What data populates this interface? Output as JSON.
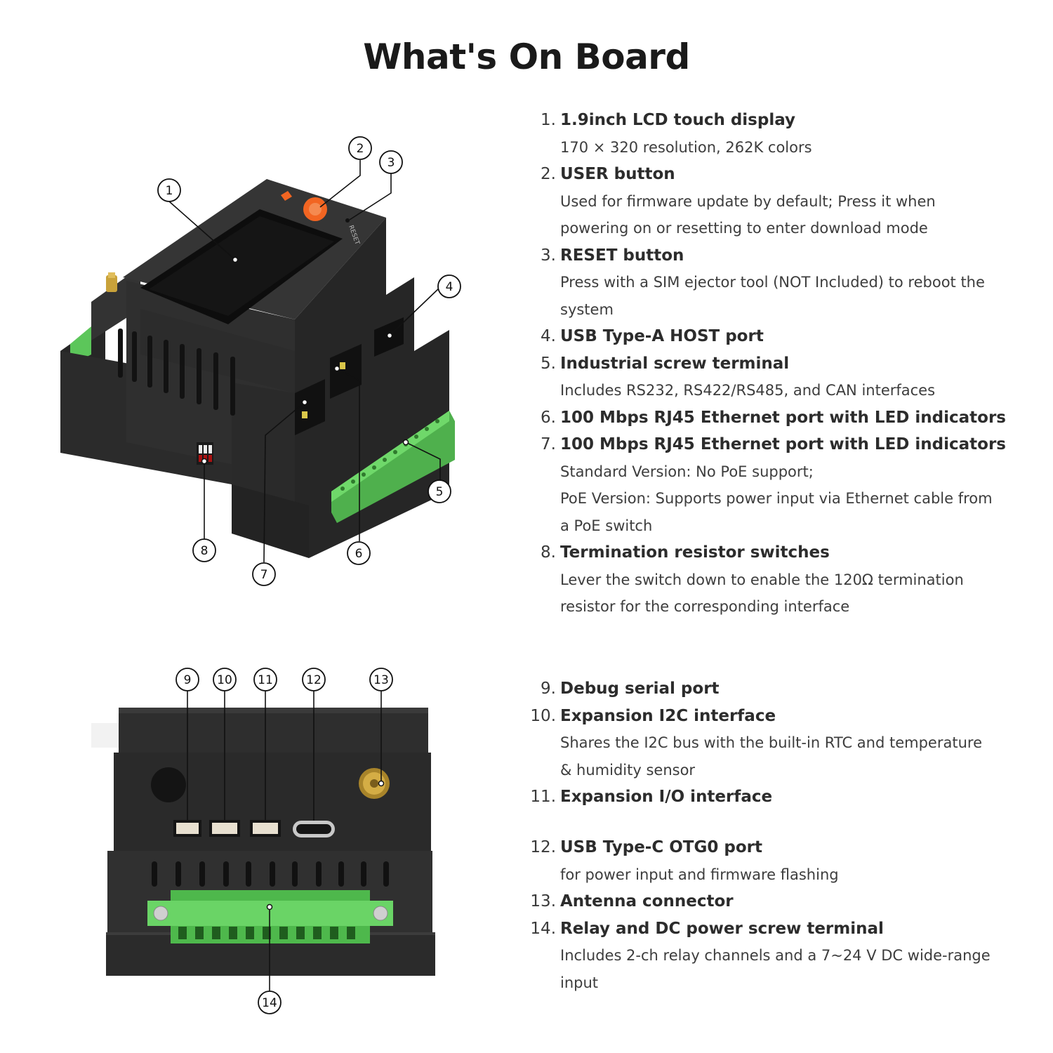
{
  "title": "What's On Board",
  "colors": {
    "enclosure": "#2d2d2d",
    "enclosure_dark": "#222222",
    "terminal_green": "#5cc65a",
    "button_orange": "#f26522",
    "antenna_gold": "#c9a23a",
    "text": "#3a3a3a"
  },
  "callouts": [
    "1",
    "2",
    "3",
    "4",
    "5",
    "6",
    "7",
    "8",
    "9",
    "10",
    "11",
    "12",
    "13",
    "14"
  ],
  "device_print": {
    "reset_label": "RESET"
  },
  "features_top": [
    {
      "num": "1.",
      "name": "1.9inch LCD touch display",
      "desc": [
        "170 × 320 resolution, 262K colors"
      ]
    },
    {
      "num": "2.",
      "name": "USER button",
      "desc": [
        "Used for firmware update by default; Press it when",
        "powering on or resetting to enter download mode"
      ]
    },
    {
      "num": "3.",
      "name": "RESET button",
      "desc": [
        "Press with a SIM ejector tool (NOT Included) to reboot the",
        "system"
      ]
    },
    {
      "num": "4.",
      "name": "USB Type-A HOST port",
      "desc": []
    },
    {
      "num": "5.",
      "name": "Industrial screw terminal",
      "desc": [
        "Includes RS232, RS422/RS485, and CAN interfaces"
      ]
    },
    {
      "num": "6.",
      "name": "100 Mbps RJ45 Ethernet port with LED indicators",
      "desc": []
    },
    {
      "num": "7.",
      "name": "100 Mbps RJ45 Ethernet port with LED indicators",
      "desc": [
        "Standard Version: No PoE support;",
        "PoE Version: Supports power input via Ethernet cable from",
        "a PoE switch"
      ]
    },
    {
      "num": "8.",
      "name": "Termination resistor switches",
      "desc": [
        "Lever the switch down to enable the 120Ω termination",
        "resistor for the corresponding interface"
      ]
    }
  ],
  "features_bottom_a": [
    {
      "num": "9.",
      "name": "Debug serial port",
      "desc": []
    },
    {
      "num": "10.",
      "name": "Expansion I2C interface",
      "desc": [
        "Shares the I2C bus with the built-in RTC and temperature",
        "& humidity sensor"
      ]
    },
    {
      "num": "11.",
      "name": "Expansion I/O interface",
      "desc": []
    }
  ],
  "features_bottom_b": [
    {
      "num": "12.",
      "name": "USB Type-C OTG0 port",
      "desc": [
        "for power input and firmware flashing"
      ]
    },
    {
      "num": "13.",
      "name": "Antenna connector",
      "desc": []
    },
    {
      "num": "14.",
      "name": "Relay and DC power screw terminal",
      "desc": [
        "Includes 2-ch relay channels and a 7~24 V DC wide-range",
        "input"
      ]
    }
  ]
}
